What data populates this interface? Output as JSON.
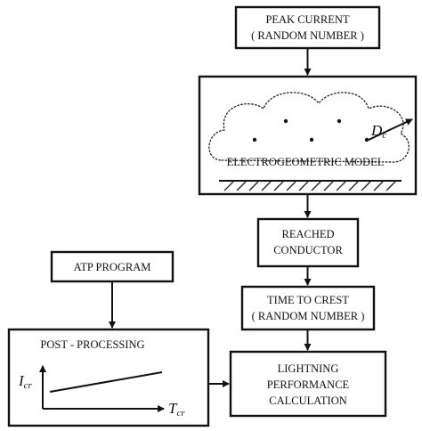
{
  "boxes": {
    "peak_current": {
      "line1": "PEAK CURRENT",
      "line2": "( RANDOM NUMBER )"
    },
    "electrogeometric_model": {
      "label": "ELECTROGEOMETRIC MODEL",
      "distance_symbol": "D",
      "distance_subscript": "c"
    },
    "reached_conductor": {
      "line1": "REACHED",
      "line2": "CONDUCTOR"
    },
    "time_to_crest": {
      "line1": "TIME TO CREST",
      "line2": "( RANDOM NUMBER )"
    },
    "atp_program": {
      "label": "ATP PROGRAM"
    },
    "post_processing": {
      "title": "POST - PROCESSING",
      "y_axis_symbol": "I",
      "y_axis_subscript": "cr",
      "x_axis_symbol": "T",
      "x_axis_subscript": "cr"
    },
    "lightning_performance": {
      "line1": "LIGHTNING",
      "line2": "PERFORMANCE",
      "line3": "CALCULATION"
    }
  }
}
